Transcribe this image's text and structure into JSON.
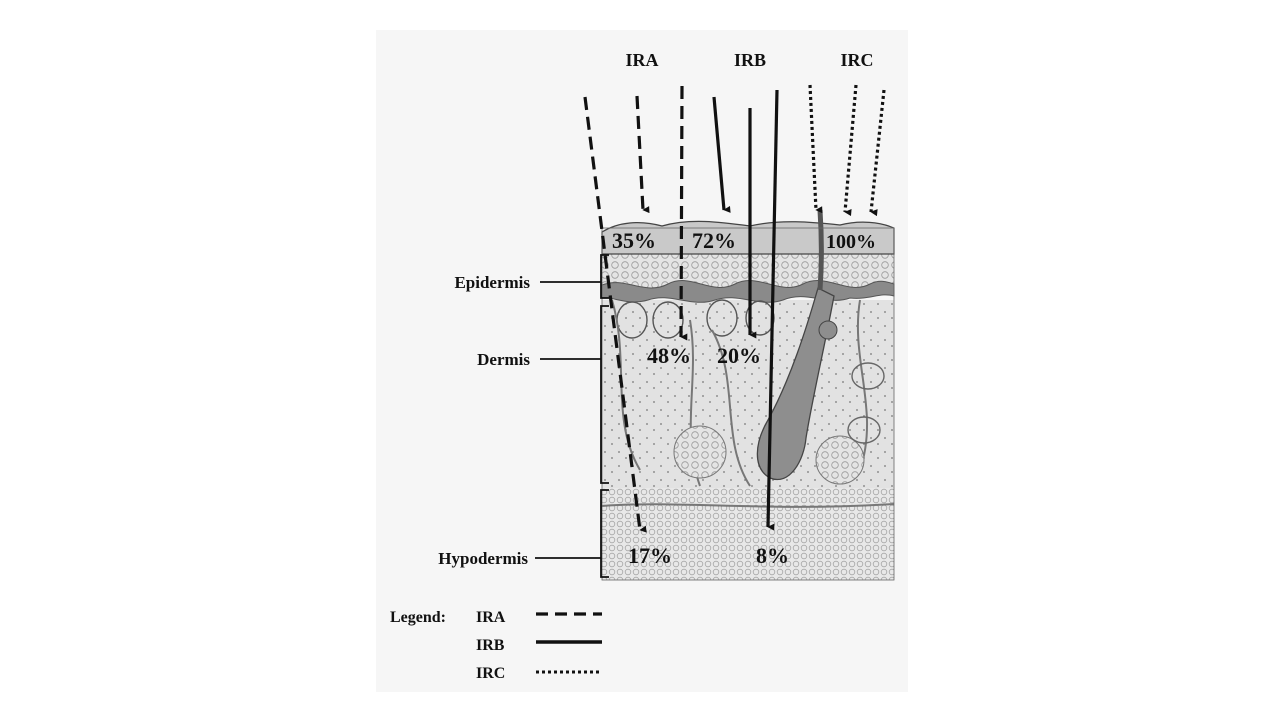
{
  "bands": {
    "ira": "IRA",
    "irb": "IRB",
    "irc": "IRC"
  },
  "layers": {
    "epidermis": "Epidermis",
    "dermis": "Dermis",
    "hypodermis": "Hypodermis"
  },
  "penetration": {
    "ira_surface": "35%",
    "irb_surface": "72%",
    "irc_surface": "100%",
    "ira_dermis": "48%",
    "irb_dermis": "20%",
    "ira_hypodermis": "17%",
    "irb_hypodermis": "8%"
  },
  "legend": {
    "title": "Legend:",
    "items": [
      "IRA",
      "IRB",
      "IRC"
    ],
    "line_styles": [
      "dashed",
      "solid",
      "dotted"
    ]
  },
  "colors": {
    "ink": "#111111",
    "skin_surface": "#c9c9c9",
    "tissue": "#e6e6e6",
    "background_panel": "#f6f6f6"
  }
}
